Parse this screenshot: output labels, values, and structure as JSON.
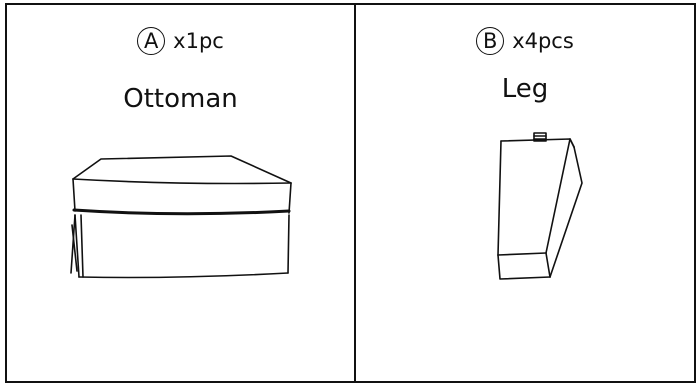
{
  "parts": [
    {
      "letter": "A",
      "quantity": "x1pc",
      "name": "Ottoman",
      "icon": "ottoman-drawing"
    },
    {
      "letter": "B",
      "quantity": "x4pcs",
      "name": "Leg",
      "icon": "leg-drawing"
    }
  ]
}
